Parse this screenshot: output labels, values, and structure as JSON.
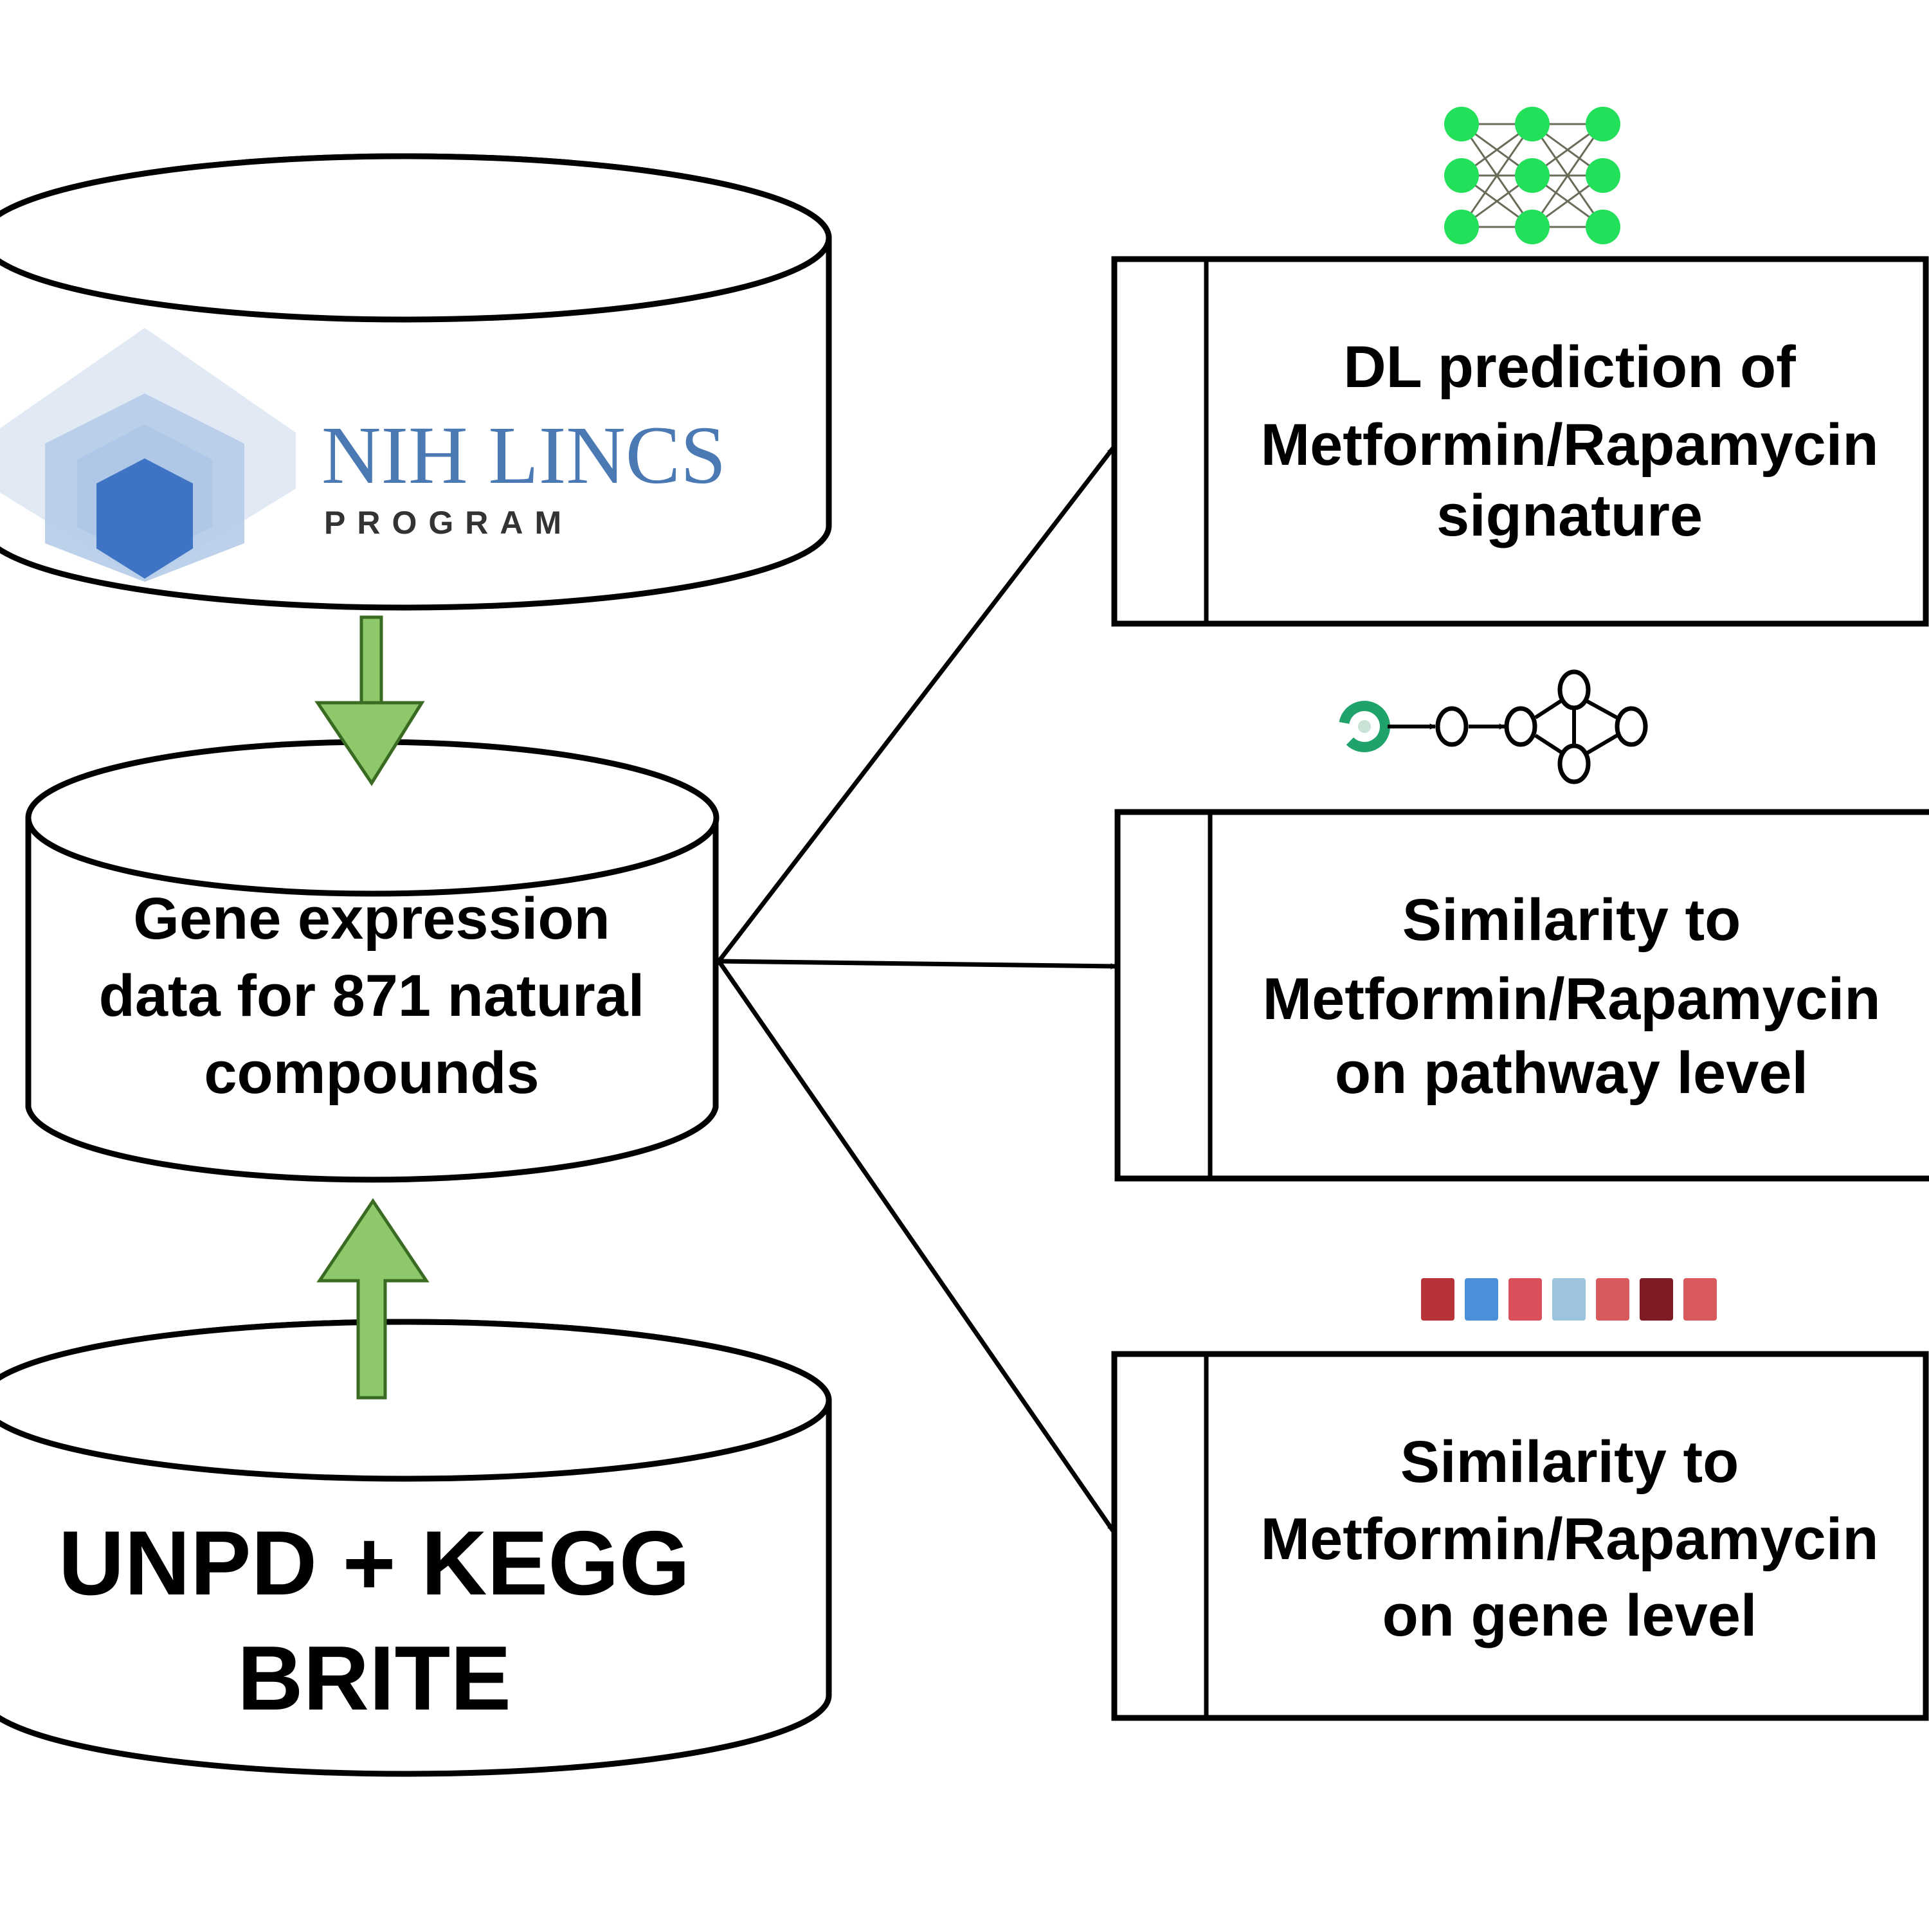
{
  "diagram": {
    "sources": {
      "lincs": {
        "logo_title": "NIH LINCS",
        "logo_subtitle": "PROGRAM",
        "logo_colors": {
          "dark": "#3f73c4",
          "mid": "#b6cce8",
          "light": "#dde7f3",
          "title": "#4a79b4",
          "title_light": "#8aa9cf",
          "subtitle": "#333333"
        }
      },
      "unpd": {
        "lines": [
          "UNPD + KEGG",
          "BRITE"
        ]
      }
    },
    "hub": {
      "lines": [
        "Gene expression",
        "data for 871 natural",
        "compounds"
      ]
    },
    "flow_arrow_color": "#8dc86a",
    "flow_arrow_stroke": "#3a6b22",
    "outputs": [
      {
        "id": "dl",
        "lines": [
          "DL prediction of",
          "Metformin/Rapamycin",
          "signature"
        ],
        "icon": "neural-network-icon",
        "icon_color": "#22e05a"
      },
      {
        "id": "pathway",
        "lines": [
          "Similarity to",
          "Metformin/Rapamycin",
          "on pathway level"
        ],
        "icon": "pathway-graph-icon",
        "icon_color": "#1fa36a"
      },
      {
        "id": "gene",
        "lines": [
          "Similarity to",
          "Metformin/Rapamycin",
          "on gene level"
        ],
        "icon": "heatmap-strip-icon",
        "heatmap_colors": [
          "#b8323a",
          "#4a8fd8",
          "#d9505a",
          "#9cc4dc",
          "#d65a5e",
          "#7e1c26",
          "#d85a5e"
        ]
      }
    ]
  }
}
